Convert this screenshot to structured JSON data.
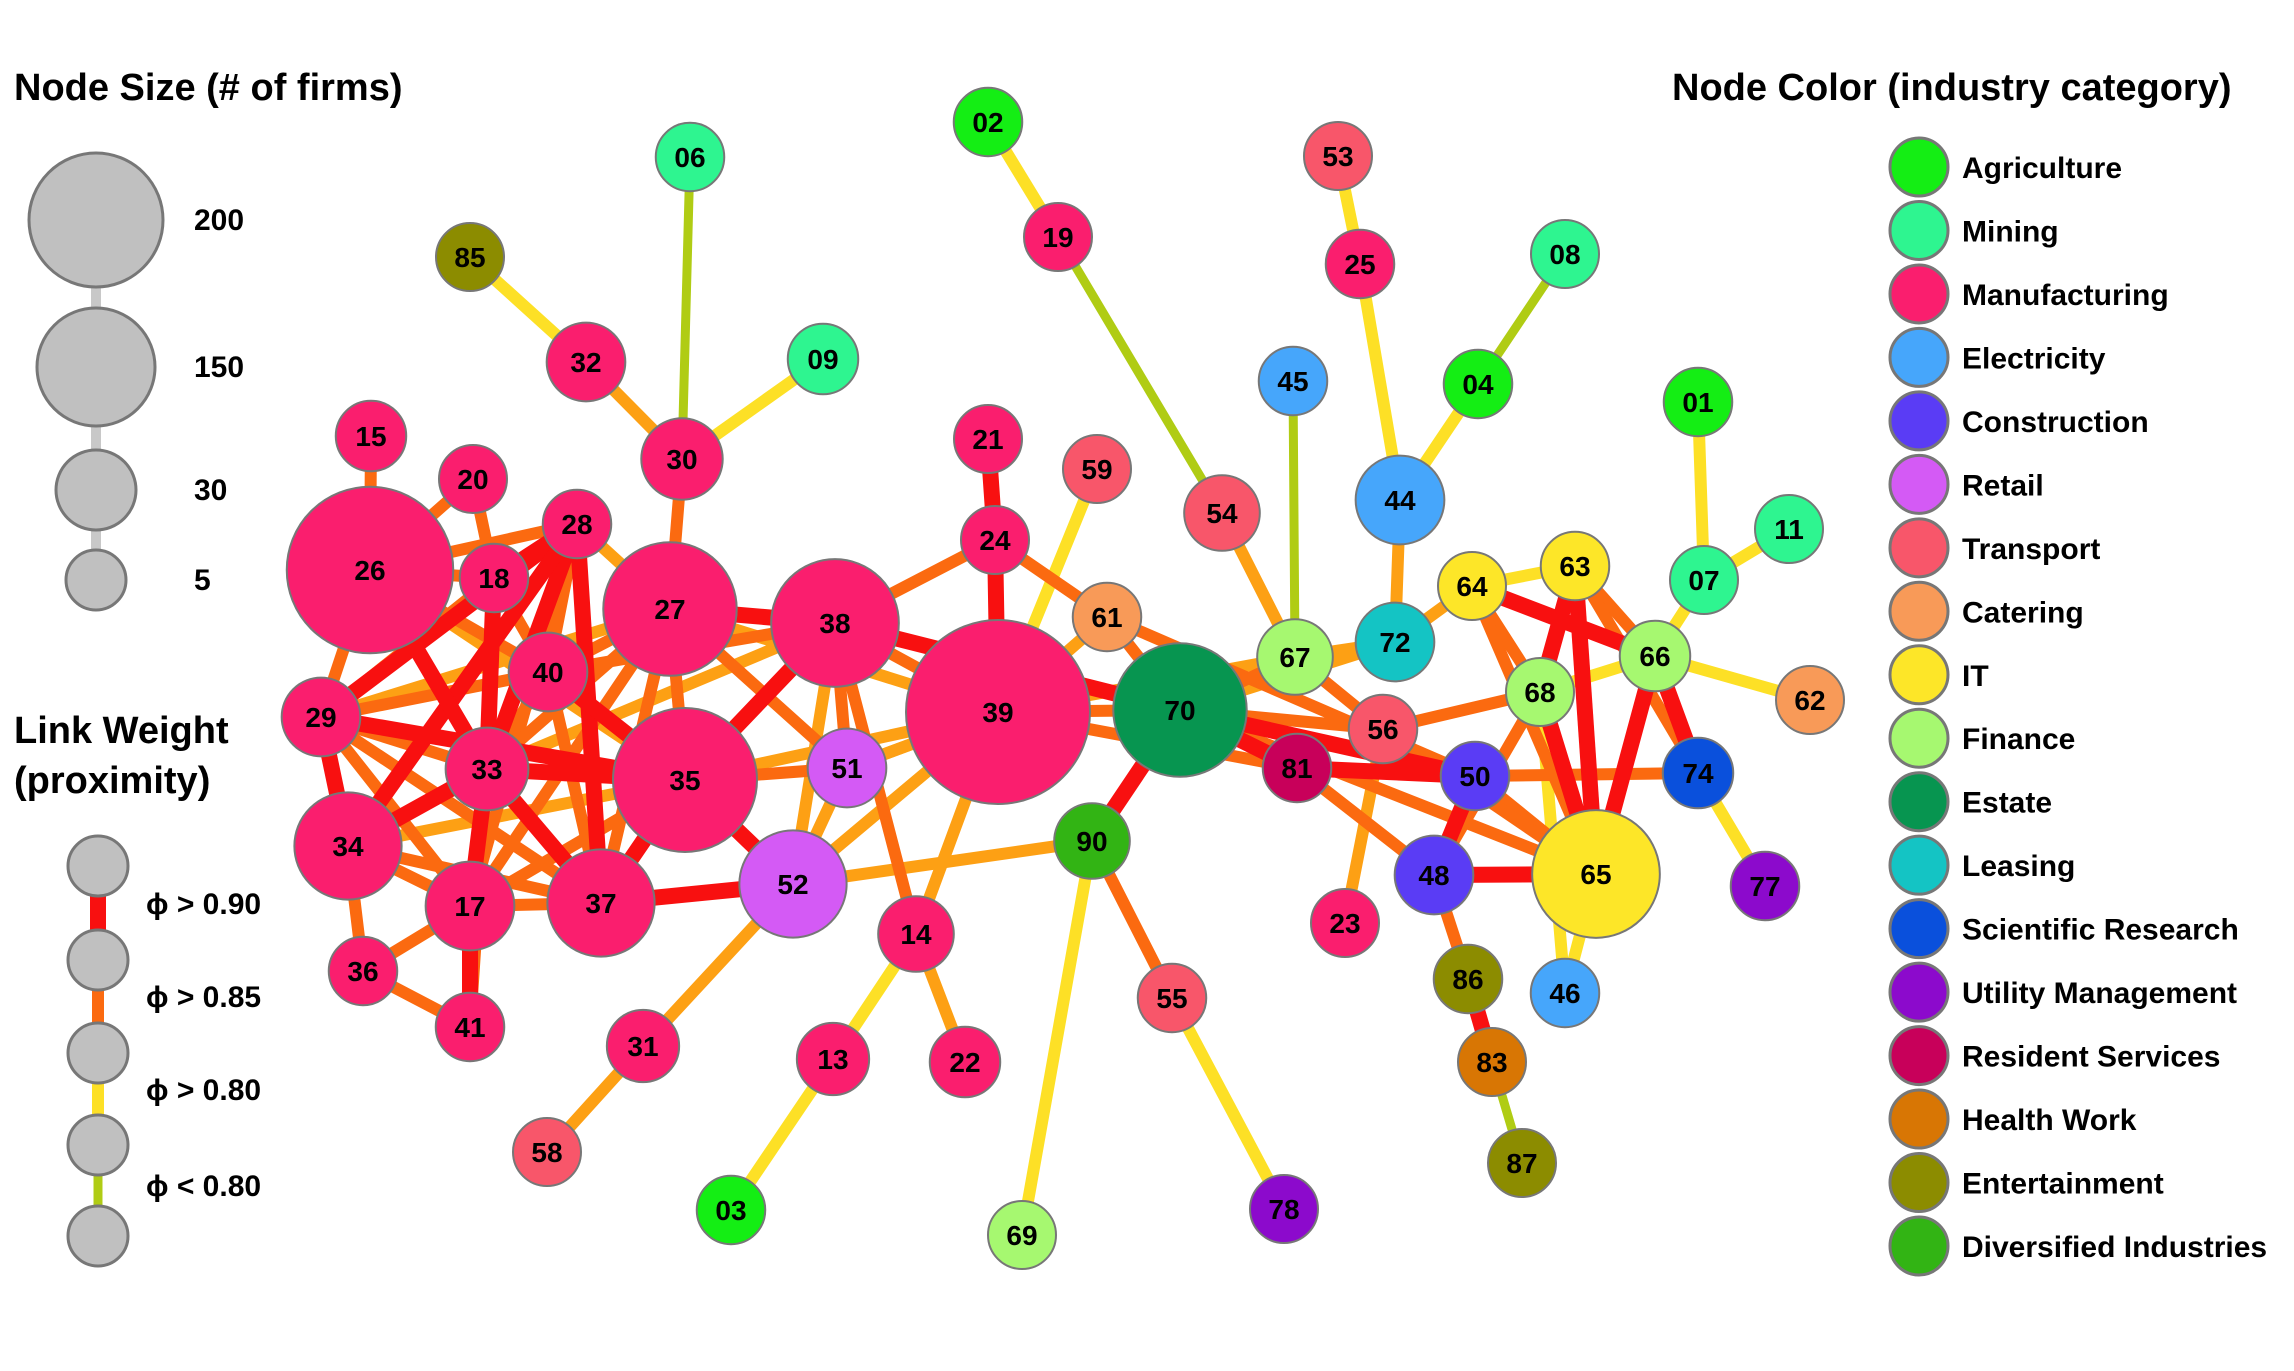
{
  "size_legend": {
    "title": "Node Size (# of firms)",
    "entries": [
      {
        "label": "200",
        "firms": 200
      },
      {
        "label": "150",
        "firms": 150
      },
      {
        "label": "30",
        "firms": 30
      },
      {
        "label": "5",
        "firms": 5
      }
    ]
  },
  "link_legend": {
    "title_line1": "Link Weight",
    "title_line2": "(proximity)",
    "entries": [
      {
        "label": "ϕ > 0.90",
        "tier": "t90"
      },
      {
        "label": "ϕ > 0.85",
        "tier": "t85"
      },
      {
        "label": "ϕ > 0.80",
        "tier": "t80"
      },
      {
        "label": "ϕ < 0.80",
        "tier": "lt80"
      }
    ]
  },
  "color_legend": {
    "title": "Node Color (industry category)",
    "categories": [
      {
        "key": "agr",
        "label": "Agriculture",
        "color": "#14EE14"
      },
      {
        "key": "min",
        "label": "Mining",
        "color": "#2EF590"
      },
      {
        "key": "man",
        "label": "Manufacturing",
        "color": "#FA1E6E"
      },
      {
        "key": "ele",
        "label": "Electricity",
        "color": "#46A6FB"
      },
      {
        "key": "con",
        "label": "Construction",
        "color": "#5A3CF5"
      },
      {
        "key": "ret",
        "label": "Retail",
        "color": "#D45AF5"
      },
      {
        "key": "tra",
        "label": "Transport",
        "color": "#F8566A"
      },
      {
        "key": "cat",
        "label": "Catering",
        "color": "#F89A58"
      },
      {
        "key": "it",
        "label": "IT",
        "color": "#FDE628"
      },
      {
        "key": "fin",
        "label": "Finance",
        "color": "#A6F870"
      },
      {
        "key": "est",
        "label": "Estate",
        "color": "#079550"
      },
      {
        "key": "lea",
        "label": "Leasing",
        "color": "#14C4C4"
      },
      {
        "key": "sci",
        "label": "Scientific Research",
        "color": "#0A50DC"
      },
      {
        "key": "uti",
        "label": "Utility Management",
        "color": "#8C0ACC"
      },
      {
        "key": "res",
        "label": "Resident Services",
        "color": "#C8005A"
      },
      {
        "key": "hea",
        "label": "Health Work",
        "color": "#D87604"
      },
      {
        "key": "ent",
        "label": "Entertainment",
        "color": "#8C8C00"
      },
      {
        "key": "div",
        "label": "Diversified Industries",
        "color": "#32B414"
      }
    ]
  },
  "link_colors": {
    "t90": "#F81010",
    "t85": "#FB6A10",
    "t80": "#FDE026",
    "lt80": "#B0CC14",
    "mid": "#FDA014"
  },
  "node_style": {
    "stroke": "#777777",
    "legend_fill": "#C0C0C0",
    "legend_connector": "#C8C8C8"
  },
  "network": {
    "nodes": [
      {
        "id": "02",
        "cat": "agr",
        "firms": 6
      },
      {
        "id": "06",
        "cat": "min",
        "firms": 6
      },
      {
        "id": "53",
        "cat": "tra",
        "firms": 5
      },
      {
        "id": "19",
        "cat": "man",
        "firms": 5
      },
      {
        "id": "25",
        "cat": "man",
        "firms": 6
      },
      {
        "id": "08",
        "cat": "min",
        "firms": 5
      },
      {
        "id": "85",
        "cat": "ent",
        "firms": 5
      },
      {
        "id": "32",
        "cat": "man",
        "firms": 12
      },
      {
        "id": "09",
        "cat": "min",
        "firms": 7
      },
      {
        "id": "45",
        "cat": "ele",
        "firms": 6
      },
      {
        "id": "04",
        "cat": "agr",
        "firms": 6
      },
      {
        "id": "01",
        "cat": "agr",
        "firms": 6
      },
      {
        "id": "15",
        "cat": "man",
        "firms": 7
      },
      {
        "id": "20",
        "cat": "man",
        "firms": 5
      },
      {
        "id": "30",
        "cat": "man",
        "firms": 14
      },
      {
        "id": "21",
        "cat": "man",
        "firms": 5
      },
      {
        "id": "59",
        "cat": "tra",
        "firms": 5
      },
      {
        "id": "54",
        "cat": "tra",
        "firms": 10
      },
      {
        "id": "44",
        "cat": "ele",
        "firms": 20
      },
      {
        "id": "11",
        "cat": "min",
        "firms": 5
      },
      {
        "id": "28",
        "cat": "man",
        "firms": 6
      },
      {
        "id": "26",
        "cat": "man",
        "firms": 150
      },
      {
        "id": "18",
        "cat": "man",
        "firms": 6
      },
      {
        "id": "24",
        "cat": "man",
        "firms": 5
      },
      {
        "id": "27",
        "cat": "man",
        "firms": 80
      },
      {
        "id": "38",
        "cat": "man",
        "firms": 70
      },
      {
        "id": "63",
        "cat": "it",
        "firms": 6
      },
      {
        "id": "64",
        "cat": "it",
        "firms": 5
      },
      {
        "id": "07",
        "cat": "min",
        "firms": 5
      },
      {
        "id": "61",
        "cat": "cat",
        "firms": 6
      },
      {
        "id": "72",
        "cat": "lea",
        "firms": 12
      },
      {
        "id": "67",
        "cat": "fin",
        "firms": 10
      },
      {
        "id": "66",
        "cat": "fin",
        "firms": 7
      },
      {
        "id": "40",
        "cat": "man",
        "firms": 12
      },
      {
        "id": "39",
        "cat": "man",
        "firms": 200
      },
      {
        "id": "70",
        "cat": "est",
        "firms": 80
      },
      {
        "id": "68",
        "cat": "fin",
        "firms": 5
      },
      {
        "id": "62",
        "cat": "cat",
        "firms": 5
      },
      {
        "id": "29",
        "cat": "man",
        "firms": 12
      },
      {
        "id": "56",
        "cat": "tra",
        "firms": 6
      },
      {
        "id": "33",
        "cat": "man",
        "firms": 15
      },
      {
        "id": "35",
        "cat": "man",
        "firms": 100
      },
      {
        "id": "51",
        "cat": "ret",
        "firms": 12
      },
      {
        "id": "81",
        "cat": "res",
        "firms": 6
      },
      {
        "id": "50",
        "cat": "con",
        "firms": 6
      },
      {
        "id": "74",
        "cat": "sci",
        "firms": 7
      },
      {
        "id": "90",
        "cat": "div",
        "firms": 10
      },
      {
        "id": "34",
        "cat": "man",
        "firms": 40
      },
      {
        "id": "48",
        "cat": "con",
        "firms": 12
      },
      {
        "id": "65",
        "cat": "it",
        "firms": 70
      },
      {
        "id": "77",
        "cat": "uti",
        "firms": 6
      },
      {
        "id": "52",
        "cat": "ret",
        "firms": 40
      },
      {
        "id": "17",
        "cat": "man",
        "firms": 20
      },
      {
        "id": "37",
        "cat": "man",
        "firms": 40
      },
      {
        "id": "14",
        "cat": "man",
        "firms": 10
      },
      {
        "id": "23",
        "cat": "man",
        "firms": 5
      },
      {
        "id": "36",
        "cat": "man",
        "firms": 6
      },
      {
        "id": "86",
        "cat": "ent",
        "firms": 6
      },
      {
        "id": "55",
        "cat": "tra",
        "firms": 6
      },
      {
        "id": "46",
        "cat": "ele",
        "firms": 6
      },
      {
        "id": "41",
        "cat": "man",
        "firms": 6
      },
      {
        "id": "31",
        "cat": "man",
        "firms": 8
      },
      {
        "id": "13",
        "cat": "man",
        "firms": 8
      },
      {
        "id": "22",
        "cat": "man",
        "firms": 7
      },
      {
        "id": "83",
        "cat": "hea",
        "firms": 5
      },
      {
        "id": "58",
        "cat": "tra",
        "firms": 5
      },
      {
        "id": "87",
        "cat": "ent",
        "firms": 5
      },
      {
        "id": "03",
        "cat": "agr",
        "firms": 6
      },
      {
        "id": "78",
        "cat": "uti",
        "firms": 5
      },
      {
        "id": "69",
        "cat": "fin",
        "firms": 5
      }
    ],
    "links": [
      [
        "02",
        "19",
        "t80"
      ],
      [
        "19",
        "54",
        "lt80"
      ],
      [
        "53",
        "25",
        "t80"
      ],
      [
        "25",
        "44",
        "t80"
      ],
      [
        "08",
        "04",
        "lt80"
      ],
      [
        "04",
        "44",
        "t80"
      ],
      [
        "85",
        "32",
        "t80"
      ],
      [
        "32",
        "30",
        "mid"
      ],
      [
        "06",
        "30",
        "lt80"
      ],
      [
        "09",
        "30",
        "t80"
      ],
      [
        "45",
        "67",
        "lt80"
      ],
      [
        "01",
        "07",
        "t80"
      ],
      [
        "11",
        "07",
        "t80"
      ],
      [
        "15",
        "26",
        "t85"
      ],
      [
        "20",
        "18",
        "t85"
      ],
      [
        "30",
        "27",
        "t85"
      ],
      [
        "21",
        "24",
        "t90"
      ],
      [
        "24",
        "39",
        "t90"
      ],
      [
        "24",
        "38",
        "t85"
      ],
      [
        "24",
        "61",
        "t85"
      ],
      [
        "59",
        "39",
        "t80"
      ],
      [
        "54",
        "67",
        "mid"
      ],
      [
        "44",
        "72",
        "mid"
      ],
      [
        "72",
        "67",
        "mid"
      ],
      [
        "72",
        "70",
        "mid"
      ],
      [
        "64",
        "72",
        "mid"
      ],
      [
        "64",
        "68",
        "t85"
      ],
      [
        "64",
        "65",
        "t85"
      ],
      [
        "64",
        "66",
        "t90"
      ],
      [
        "63",
        "64",
        "t80"
      ],
      [
        "63",
        "68",
        "t90"
      ],
      [
        "63",
        "65",
        "t90"
      ],
      [
        "63",
        "66",
        "t85"
      ],
      [
        "63",
        "74",
        "t85"
      ],
      [
        "07",
        "66",
        "t80"
      ],
      [
        "66",
        "62",
        "t80"
      ],
      [
        "66",
        "68",
        "t80"
      ],
      [
        "66",
        "65",
        "t90"
      ],
      [
        "66",
        "74",
        "t90"
      ],
      [
        "74",
        "77",
        "t80"
      ],
      [
        "74",
        "50",
        "t85"
      ],
      [
        "68",
        "65",
        "t90"
      ],
      [
        "68",
        "56",
        "t85"
      ],
      [
        "68",
        "48",
        "t85"
      ],
      [
        "68",
        "46",
        "t80"
      ],
      [
        "61",
        "70",
        "t85"
      ],
      [
        "61",
        "39",
        "mid"
      ],
      [
        "61",
        "50",
        "t85"
      ],
      [
        "67",
        "70",
        "t85"
      ],
      [
        "67",
        "56",
        "t85"
      ],
      [
        "67",
        "39",
        "mid"
      ],
      [
        "39",
        "70",
        "t85"
      ],
      [
        "38",
        "70",
        "t90"
      ],
      [
        "70",
        "81",
        "t90"
      ],
      [
        "70",
        "50",
        "t90"
      ],
      [
        "70",
        "56",
        "t85"
      ],
      [
        "70",
        "65",
        "t85"
      ],
      [
        "70",
        "90",
        "t90"
      ],
      [
        "81",
        "50",
        "t90"
      ],
      [
        "81",
        "48",
        "t85"
      ],
      [
        "50",
        "48",
        "t90"
      ],
      [
        "50",
        "65",
        "t85"
      ],
      [
        "48",
        "65",
        "t90"
      ],
      [
        "48",
        "86",
        "t85"
      ],
      [
        "56",
        "23",
        "mid"
      ],
      [
        "56",
        "65",
        "t85"
      ],
      [
        "86",
        "83",
        "t90"
      ],
      [
        "83",
        "87",
        "lt80"
      ],
      [
        "39",
        "38",
        "t85"
      ],
      [
        "39",
        "35",
        "mid"
      ],
      [
        "39",
        "51",
        "mid"
      ],
      [
        "39",
        "14",
        "mid"
      ],
      [
        "39",
        "27",
        "mid"
      ],
      [
        "39",
        "81",
        "t85"
      ],
      [
        "38",
        "27",
        "t90"
      ],
      [
        "38",
        "35",
        "t90"
      ],
      [
        "38",
        "51",
        "t85"
      ],
      [
        "38",
        "14",
        "t85"
      ],
      [
        "38",
        "40",
        "t85"
      ],
      [
        "38",
        "33",
        "mid"
      ],
      [
        "38",
        "52",
        "mid"
      ],
      [
        "28",
        "26",
        "t85"
      ],
      [
        "28",
        "18",
        "t90"
      ],
      [
        "28",
        "40",
        "t85"
      ],
      [
        "28",
        "27",
        "mid"
      ],
      [
        "28",
        "29",
        "t90"
      ],
      [
        "28",
        "33",
        "t90"
      ],
      [
        "28",
        "34",
        "t90"
      ],
      [
        "28",
        "37",
        "t90"
      ],
      [
        "28",
        "17",
        "t85"
      ],
      [
        "20",
        "26",
        "t85"
      ],
      [
        "26",
        "18",
        "t85"
      ],
      [
        "26",
        "29",
        "t85"
      ],
      [
        "26",
        "33",
        "t90"
      ],
      [
        "26",
        "40",
        "t85"
      ],
      [
        "26",
        "35",
        "mid"
      ],
      [
        "18",
        "40",
        "t85"
      ],
      [
        "18",
        "33",
        "t90"
      ],
      [
        "18",
        "29",
        "t85"
      ],
      [
        "27",
        "40",
        "t85"
      ],
      [
        "27",
        "35",
        "t85"
      ],
      [
        "27",
        "29",
        "mid"
      ],
      [
        "27",
        "33",
        "t85"
      ],
      [
        "27",
        "37",
        "t85"
      ],
      [
        "27",
        "17",
        "t85"
      ],
      [
        "27",
        "51",
        "t85"
      ],
      [
        "40",
        "33",
        "t85"
      ],
      [
        "40",
        "35",
        "t90"
      ],
      [
        "40",
        "37",
        "t85"
      ],
      [
        "40",
        "29",
        "t85"
      ],
      [
        "29",
        "33",
        "t85"
      ],
      [
        "29",
        "34",
        "t90"
      ],
      [
        "29",
        "35",
        "t90"
      ],
      [
        "29",
        "17",
        "t85"
      ],
      [
        "29",
        "37",
        "t85"
      ],
      [
        "33",
        "35",
        "t90"
      ],
      [
        "33",
        "34",
        "t90"
      ],
      [
        "33",
        "17",
        "t90"
      ],
      [
        "33",
        "37",
        "t90"
      ],
      [
        "33",
        "41",
        "t85"
      ],
      [
        "35",
        "37",
        "t90"
      ],
      [
        "35",
        "34",
        "mid"
      ],
      [
        "35",
        "52",
        "t90"
      ],
      [
        "35",
        "51",
        "t85"
      ],
      [
        "35",
        "17",
        "t85"
      ],
      [
        "51",
        "52",
        "mid"
      ],
      [
        "51",
        "39",
        "mid"
      ],
      [
        "34",
        "17",
        "t85"
      ],
      [
        "34",
        "37",
        "t85"
      ],
      [
        "34",
        "36",
        "t85"
      ],
      [
        "17",
        "37",
        "t85"
      ],
      [
        "17",
        "41",
        "t90"
      ],
      [
        "17",
        "36",
        "t85"
      ],
      [
        "36",
        "41",
        "t85"
      ],
      [
        "37",
        "52",
        "t90"
      ],
      [
        "52",
        "90",
        "mid"
      ],
      [
        "52",
        "31",
        "mid"
      ],
      [
        "52",
        "39",
        "mid"
      ],
      [
        "14",
        "13",
        "t80"
      ],
      [
        "14",
        "22",
        "mid"
      ],
      [
        "31",
        "58",
        "mid"
      ],
      [
        "13",
        "03",
        "t80"
      ],
      [
        "90",
        "69",
        "t80"
      ],
      [
        "90",
        "55",
        "t85"
      ],
      [
        "55",
        "78",
        "t80"
      ],
      [
        "65",
        "46",
        "t80"
      ]
    ]
  }
}
